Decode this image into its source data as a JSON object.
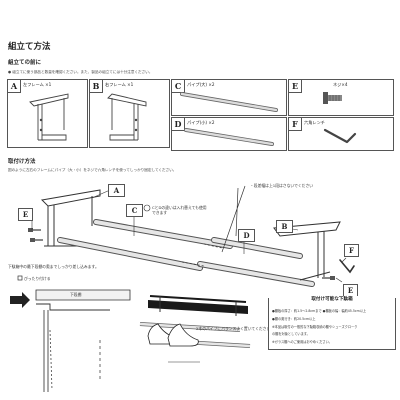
{
  "title": "組立て方法",
  "before": {
    "heading": "組立ての前に",
    "note": "● 組立てに使う部品と数量を確認ください。また、製品の組立てには十分注意ください。"
  },
  "parts": [
    {
      "tag": "A",
      "name": "左フレーム ×1"
    },
    {
      "tag": "B",
      "name": "右フレーム ×1"
    },
    {
      "tag": "C",
      "name": "パイプ(大) ×2"
    },
    {
      "tag": "D",
      "name": "パイプ(小) ×2"
    },
    {
      "tag": "E",
      "name": "ネジ×4"
    },
    {
      "tag": "F",
      "name": "六角レンチ"
    }
  ],
  "install": {
    "heading": "取付け方法",
    "note": "図のように左右のフレームにパイプ（大・小）をネジで六角レンチを使ってしっかり固定してください。",
    "callout_adjust": "・段差幅は上1段はさないでください",
    "callout_diff": "CとDの違いは入れ替えても使用できます",
    "labels": {
      "a": "A",
      "b": "B",
      "c": "C",
      "d": "D",
      "e1": "E",
      "e2": "E",
      "f": "F"
    }
  },
  "hang": {
    "note": "下駄箱中の最下段棚の奥までしっかり差し込みます。",
    "fit": "ぴったり付ける",
    "shelf": "下段棚"
  },
  "pipe_note": "2本のパイプにバランスよく置いてください",
  "spec": {
    "heading": "取付け可能な下駄箱",
    "items": [
      "●棚板の厚さ：約1.5〜2.8cmまで ●棚板の幅：幅約45.5cm以上",
      "●棚の奥行き：約20.5cm以上",
      "※本品は取付の一般的な下駄箱収納の棚やシューズクローク",
      "の棚を対象としています。",
      "※ガラス棚へのご使用はおやめください。"
    ]
  }
}
